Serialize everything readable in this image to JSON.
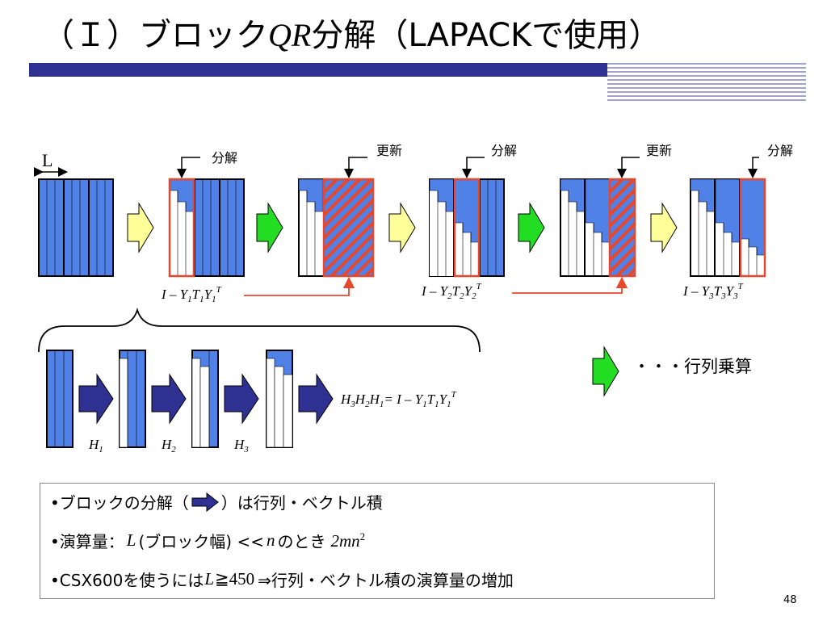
{
  "title": {
    "prefix": "（Ｉ）ブロック",
    "qr": "QR",
    "suffix": "分解（LAPACKで使用）"
  },
  "labels": {
    "block_width": "L",
    "factorize": "分解",
    "update": "更新",
    "legend": "・・・行列乗算"
  },
  "transforms": {
    "t1": [
      "I – Y",
      "1",
      "T",
      "1",
      "Y",
      "1",
      "T"
    ],
    "t2": [
      "I – Y",
      "2",
      "T",
      "2",
      "Y",
      "2",
      "T"
    ],
    "t3": [
      "I – Y",
      "3",
      "T",
      "3",
      "Y",
      "3",
      "T"
    ],
    "h1": [
      "H",
      "1"
    ],
    "h2": [
      "H",
      "2"
    ],
    "h3": [
      "H",
      "3"
    ],
    "product": [
      "H",
      "3",
      "H",
      "2",
      "H",
      "1",
      "= I – Y",
      "1",
      "T",
      "1",
      "Y",
      "1",
      "T"
    ]
  },
  "bullets": {
    "b1_pre": "•ブロックの分解（",
    "b1_post": "）は行列・ベクトル積",
    "b2_pre": "•演算量：",
    "b2_L": "L",
    "b2_mid": "(ブロック幅) <<",
    "b2_n": "n",
    "b2_mid2": "のとき",
    "b2_expr": "2mn",
    "b2_exp": "2",
    "b3_pre": "•CSX600を使うには",
    "b3_L": "L",
    "b3_cond": "≧450",
    "b3_post": "⇒行列・ベクトル積の演算量の増加"
  },
  "page_number": "48",
  "colors": {
    "block_blue": "#4f81e6",
    "outline_dark": "#000000",
    "highlight_red": "#e8472b",
    "update_hatch": "#9b59a6",
    "arrow_yellow": "#ffff99",
    "arrow_green": "#22dd22",
    "arrow_navy": "#2e3192",
    "title_bar": "#2e3192"
  }
}
